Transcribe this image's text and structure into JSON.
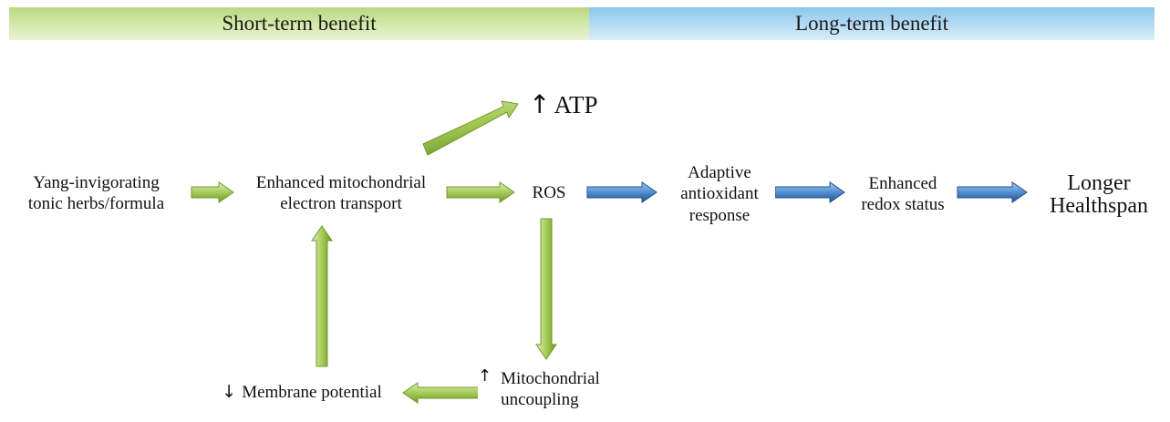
{
  "header": {
    "short_term": "Short-term benefit",
    "long_term": "Long-term benefit"
  },
  "nodes": {
    "herbs": {
      "line1": "Yang-invigorating",
      "line2": "tonic herbs/formula"
    },
    "emet": {
      "line1": "Enhanced mitochondrial",
      "line2": "electron transport"
    },
    "atp": {
      "mark": "↑",
      "label": "ATP"
    },
    "ros": {
      "label": "ROS"
    },
    "adaptive": {
      "line1": "Adaptive",
      "line2": "antioxidant",
      "line3": "response"
    },
    "redox": {
      "line1": "Enhanced",
      "line2": "redox status"
    },
    "longer": {
      "line1": "Longer",
      "line2": "Healthspan"
    },
    "mito": {
      "mark": "↑",
      "line1": "Mitochondrial",
      "line2": "uncoupling"
    },
    "membrane": {
      "mark": "↓",
      "label": "Membrane potential"
    }
  },
  "colors": {
    "short_banner": "#c6e095",
    "long_banner": "#a8d6f2",
    "green_arrow": "#9cc44c",
    "blue_arrow": "#3d7fc4"
  }
}
